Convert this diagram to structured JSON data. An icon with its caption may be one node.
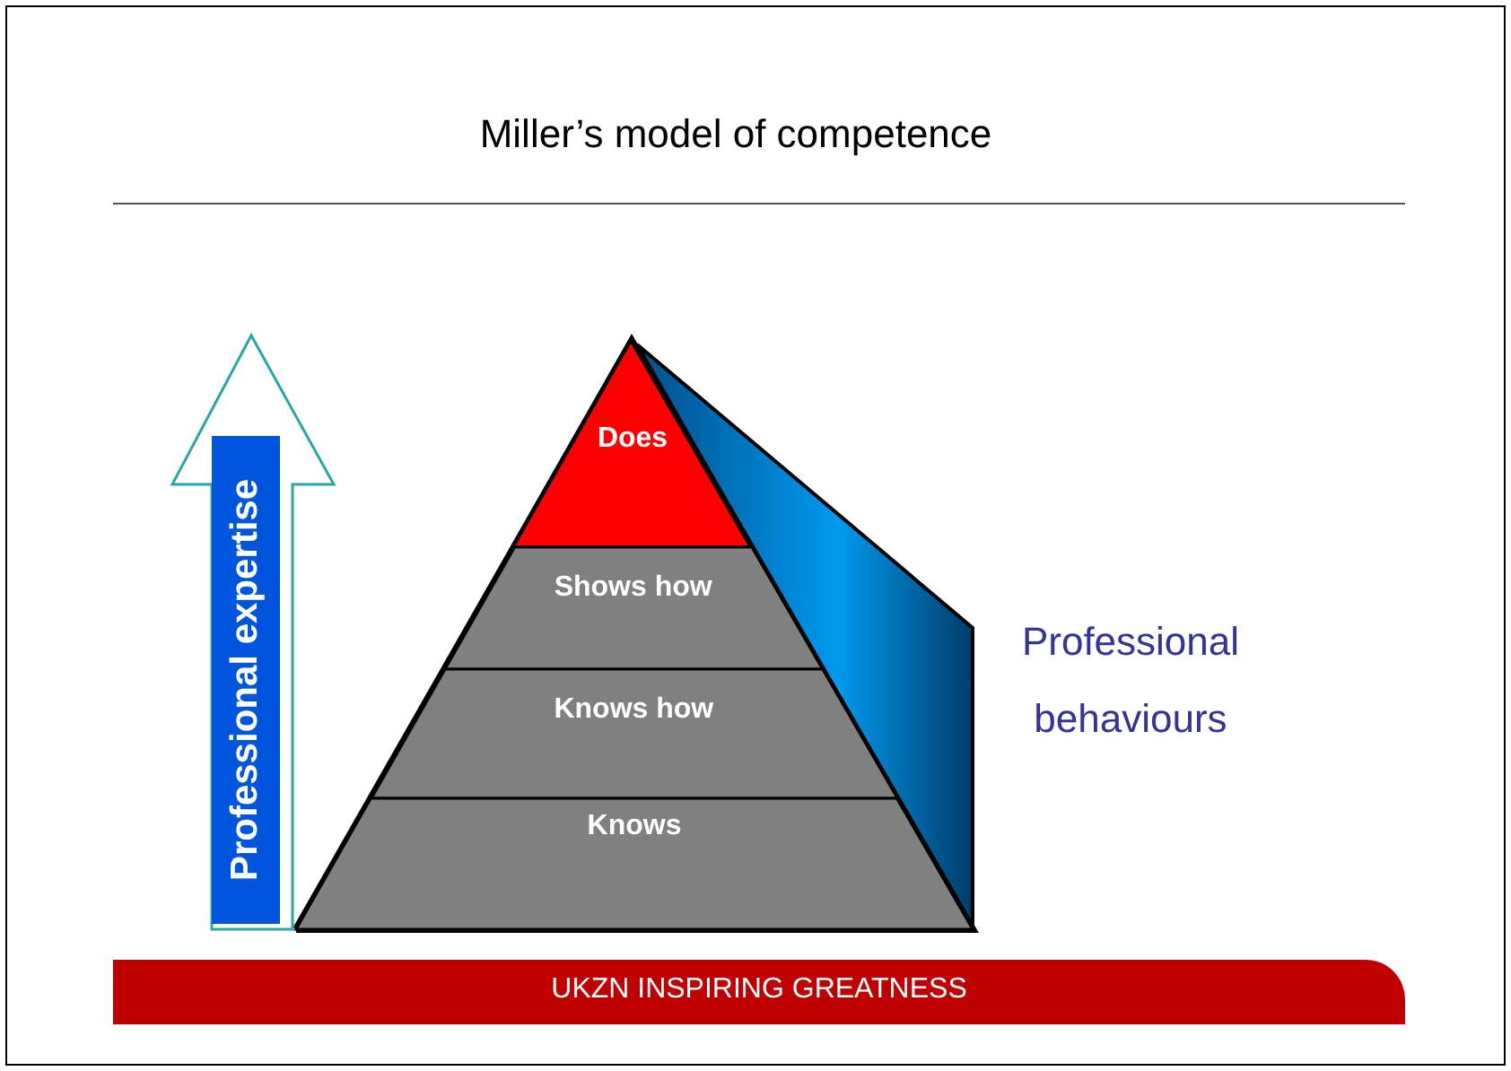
{
  "diagram": {
    "title": "Miller’s model of competence",
    "nodes": [
      {
        "text": [
          "Professional expertise"
        ]
      },
      {
        "text": [
          "Does"
        ]
      },
      {
        "text": [
          "Shows how"
        ]
      },
      {
        "text": [
          "Knows how"
        ]
      },
      {
        "text": [
          "Knows"
        ]
      }
    ],
    "labels": [
      "Professional behaviours",
      "UKZN INSPIRING GREATNESS"
    ]
  }
}
